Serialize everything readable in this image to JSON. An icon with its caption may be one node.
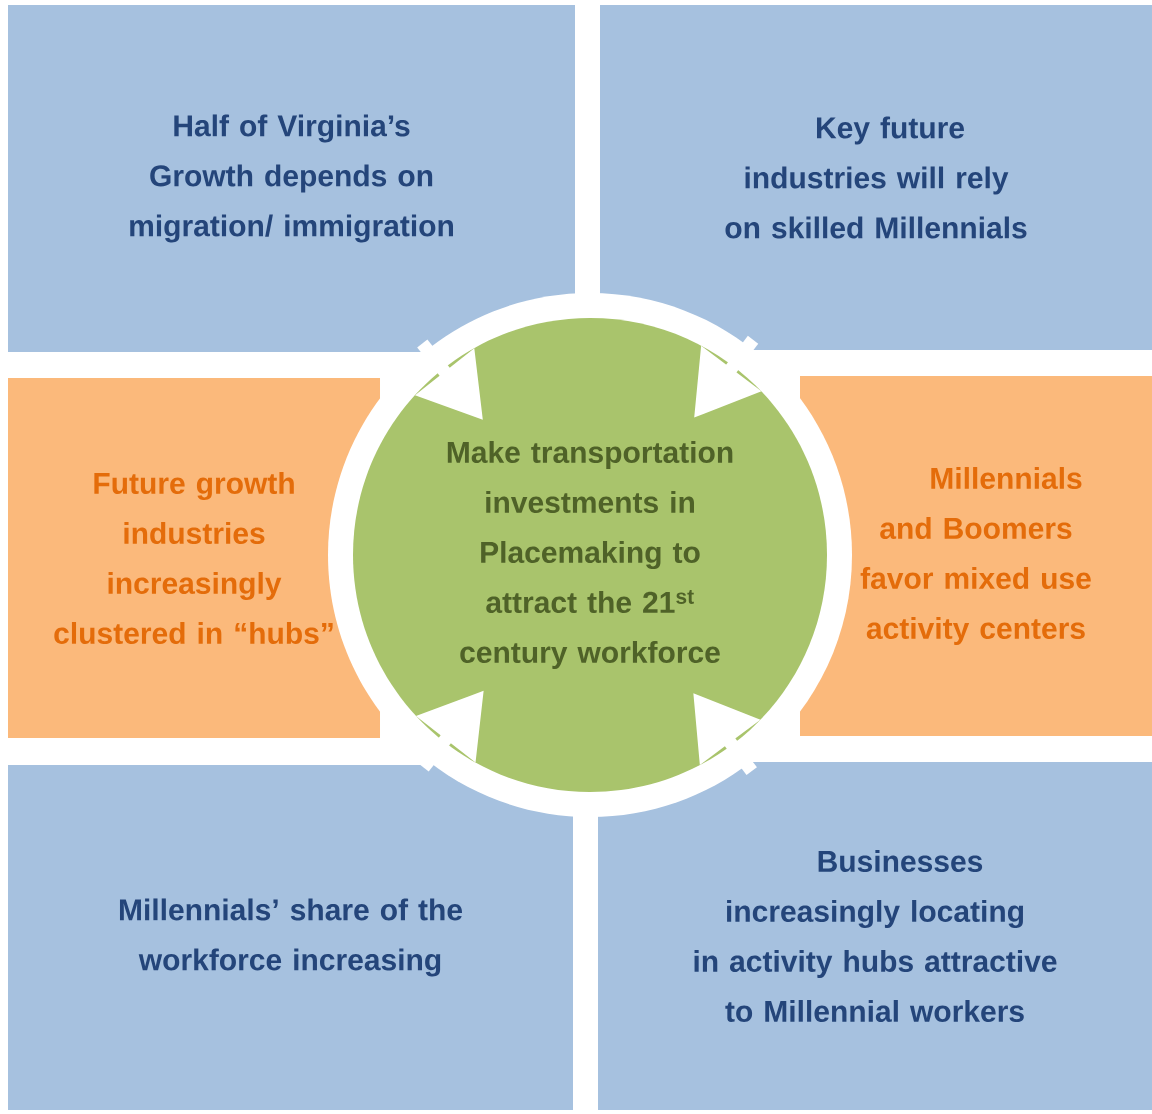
{
  "diagram": {
    "nodes": [
      {
        "text": [
          "Half of Virginia’s Growth depends on migration/ immigration"
        ]
      },
      {
        "text": [
          "Key future industries will rely on skilled Millennials"
        ]
      },
      {
        "text": [
          "Future growth industries increasingly clustered in “hubs”"
        ]
      },
      {
        "text": [
          "Make transportation investments in Placemaking to attract the 21$^{st}$ century workforce"
        ]
      },
      {
        "text": [
          "Millennials and Boomers favor mixed use activity centers"
        ]
      },
      {
        "text": [
          "Millennials’ share of the workforce increasing"
        ]
      },
      {
        "text": [
          "Businesses increasingly locating in activity hubs attractive to Millennial workers"
        ]
      }
    ],
    "edges": [
      {
        "from": 0,
        "to": 3,
        "arrow": "to"
      },
      {
        "from": 1,
        "to": 3,
        "arrow": "to"
      },
      {
        "from": 5,
        "to": 3,
        "arrow": "to"
      },
      {
        "from": 6,
        "to": 3,
        "arrow": "to"
      }
    ]
  }
}
